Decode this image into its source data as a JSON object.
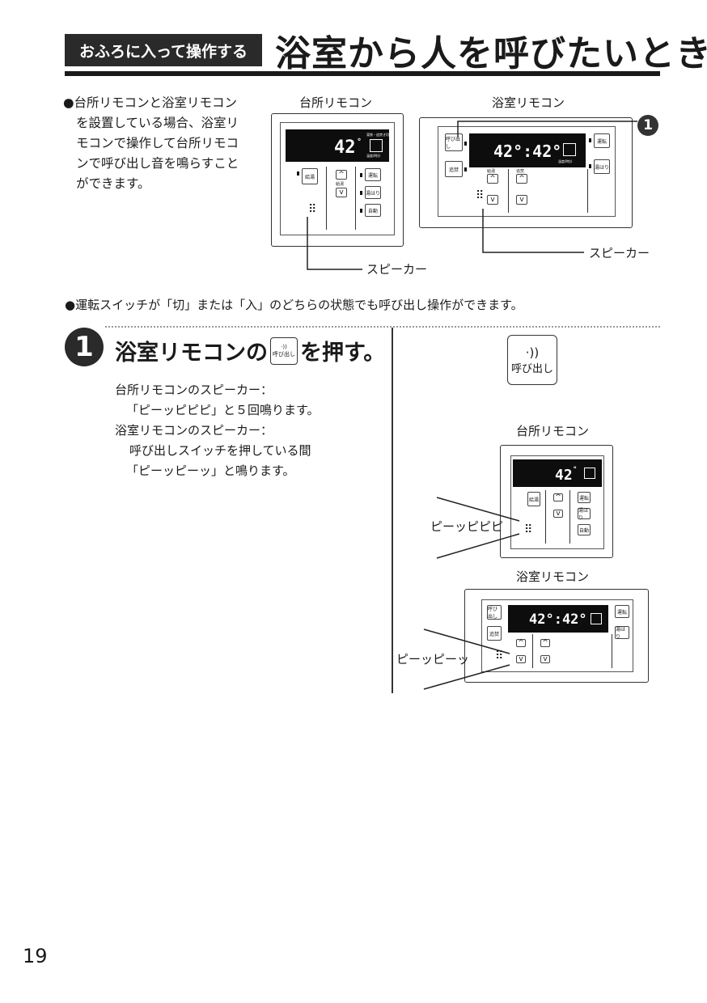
{
  "header": {
    "section_tag": "おふろに入って操作する",
    "title": "浴室から人を呼びたいとき"
  },
  "intro": {
    "lines": [
      "●台所リモコンと浴室リモコン",
      "を設置している場合、浴室リ",
      "モコンで操作して台所リモコ",
      "ンで呼び出し音を鳴らすこと",
      "ができます。"
    ]
  },
  "figure_top": {
    "kitchen_caption": "台所リモコン",
    "bath_caption": "浴室リモコン",
    "speaker_label_1": "スピーカー",
    "speaker_label_2": "スピーカー",
    "callout_number": "1"
  },
  "remote": {
    "temp": "42",
    "deg": "°",
    "bath_display": "42°:42°",
    "top_small_label": "湯張・追焚き切",
    "lcd_small_label": "温度/時計",
    "heat_label": "給湯",
    "auto_label": "自動",
    "reheat_label": "追焚",
    "bath_fill_label": "湯はり",
    "power_label": "運転",
    "call_label": "呼び出し",
    "speaker_grid": "⠿",
    "up": "^",
    "down": "v"
  },
  "note": "●運転スイッチが「切」または「入」のどちらの状態でも呼び出し操作ができます。",
  "step": {
    "number": "1",
    "title_prefix": "浴室リモコンの",
    "title_suffix": "を押す。",
    "inline_btn_symbol": "·))",
    "inline_btn_label": "呼び出し",
    "body": [
      "台所リモコンのスピーカー：",
      "「ピーッピピピ」と５回鳴ります。",
      "浴室リモコンのスピーカー：",
      "呼び出しスイッチを押している間",
      "「ピーッピーッ」と鳴ります。"
    ]
  },
  "figure_right": {
    "button_symbol": "·))",
    "button_label": "呼び出し",
    "kitchen_caption": "台所リモコン",
    "kitchen_sound": "ピーッピピピ",
    "bath_caption": "浴室リモコン",
    "bath_sound": "ピーッピーッ"
  },
  "page_number": "19"
}
